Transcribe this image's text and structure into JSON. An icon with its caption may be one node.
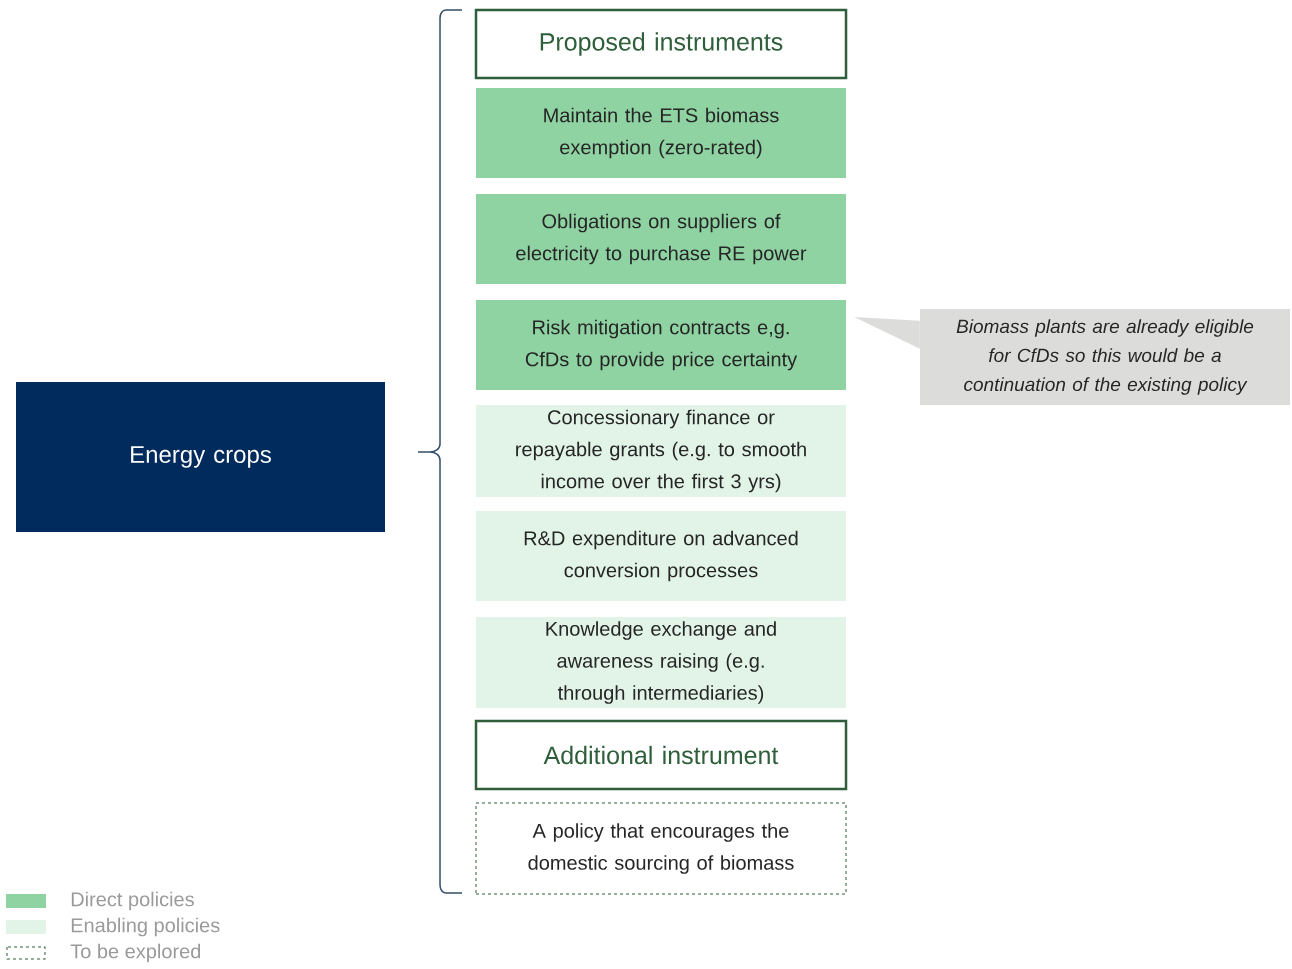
{
  "diagram": {
    "nodes": [
      {
        "text": [
          "Energy crops"
        ]
      },
      {
        "text": [
          "Proposed instruments"
        ]
      },
      {
        "text": [
          "Maintain the ETS biomass exemption (zero-rated)"
        ]
      },
      {
        "text": [
          "Obligations on suppliers of electricity to purchase RE power"
        ]
      },
      {
        "text": [
          "Risk mitigation contracts e,g. CfDs to provide price certainty"
        ]
      },
      {
        "text": [
          "Concessionary finance or repayable grants (e.g. to smooth income over the first 3 yrs)"
        ]
      },
      {
        "text": [
          "R&D expenditure on advanced conversion processes"
        ]
      },
      {
        "text": [
          "Knowledge exchange and awareness raising (e.g. through intermediaries)"
        ]
      },
      {
        "text": [
          "Additional instrument"
        ]
      },
      {
        "text": [
          "A policy that encourages the domestic sourcing of biomass"
        ]
      },
      {
        "text": [
          "Biomass plants are already eligible for CfDs so this would be a continuation of the existing policy"
        ]
      }
    ],
    "edges": [
      {
        "from": 10,
        "to": 4,
        "arrow": "none"
      }
    ],
    "legend": [
      {
        "text": "Direct policies",
        "color": "#8fd3a3"
      },
      {
        "text": "Enabling policies",
        "color": "#e2f4e7"
      },
      {
        "text": "To be explored"
      }
    ]
  }
}
